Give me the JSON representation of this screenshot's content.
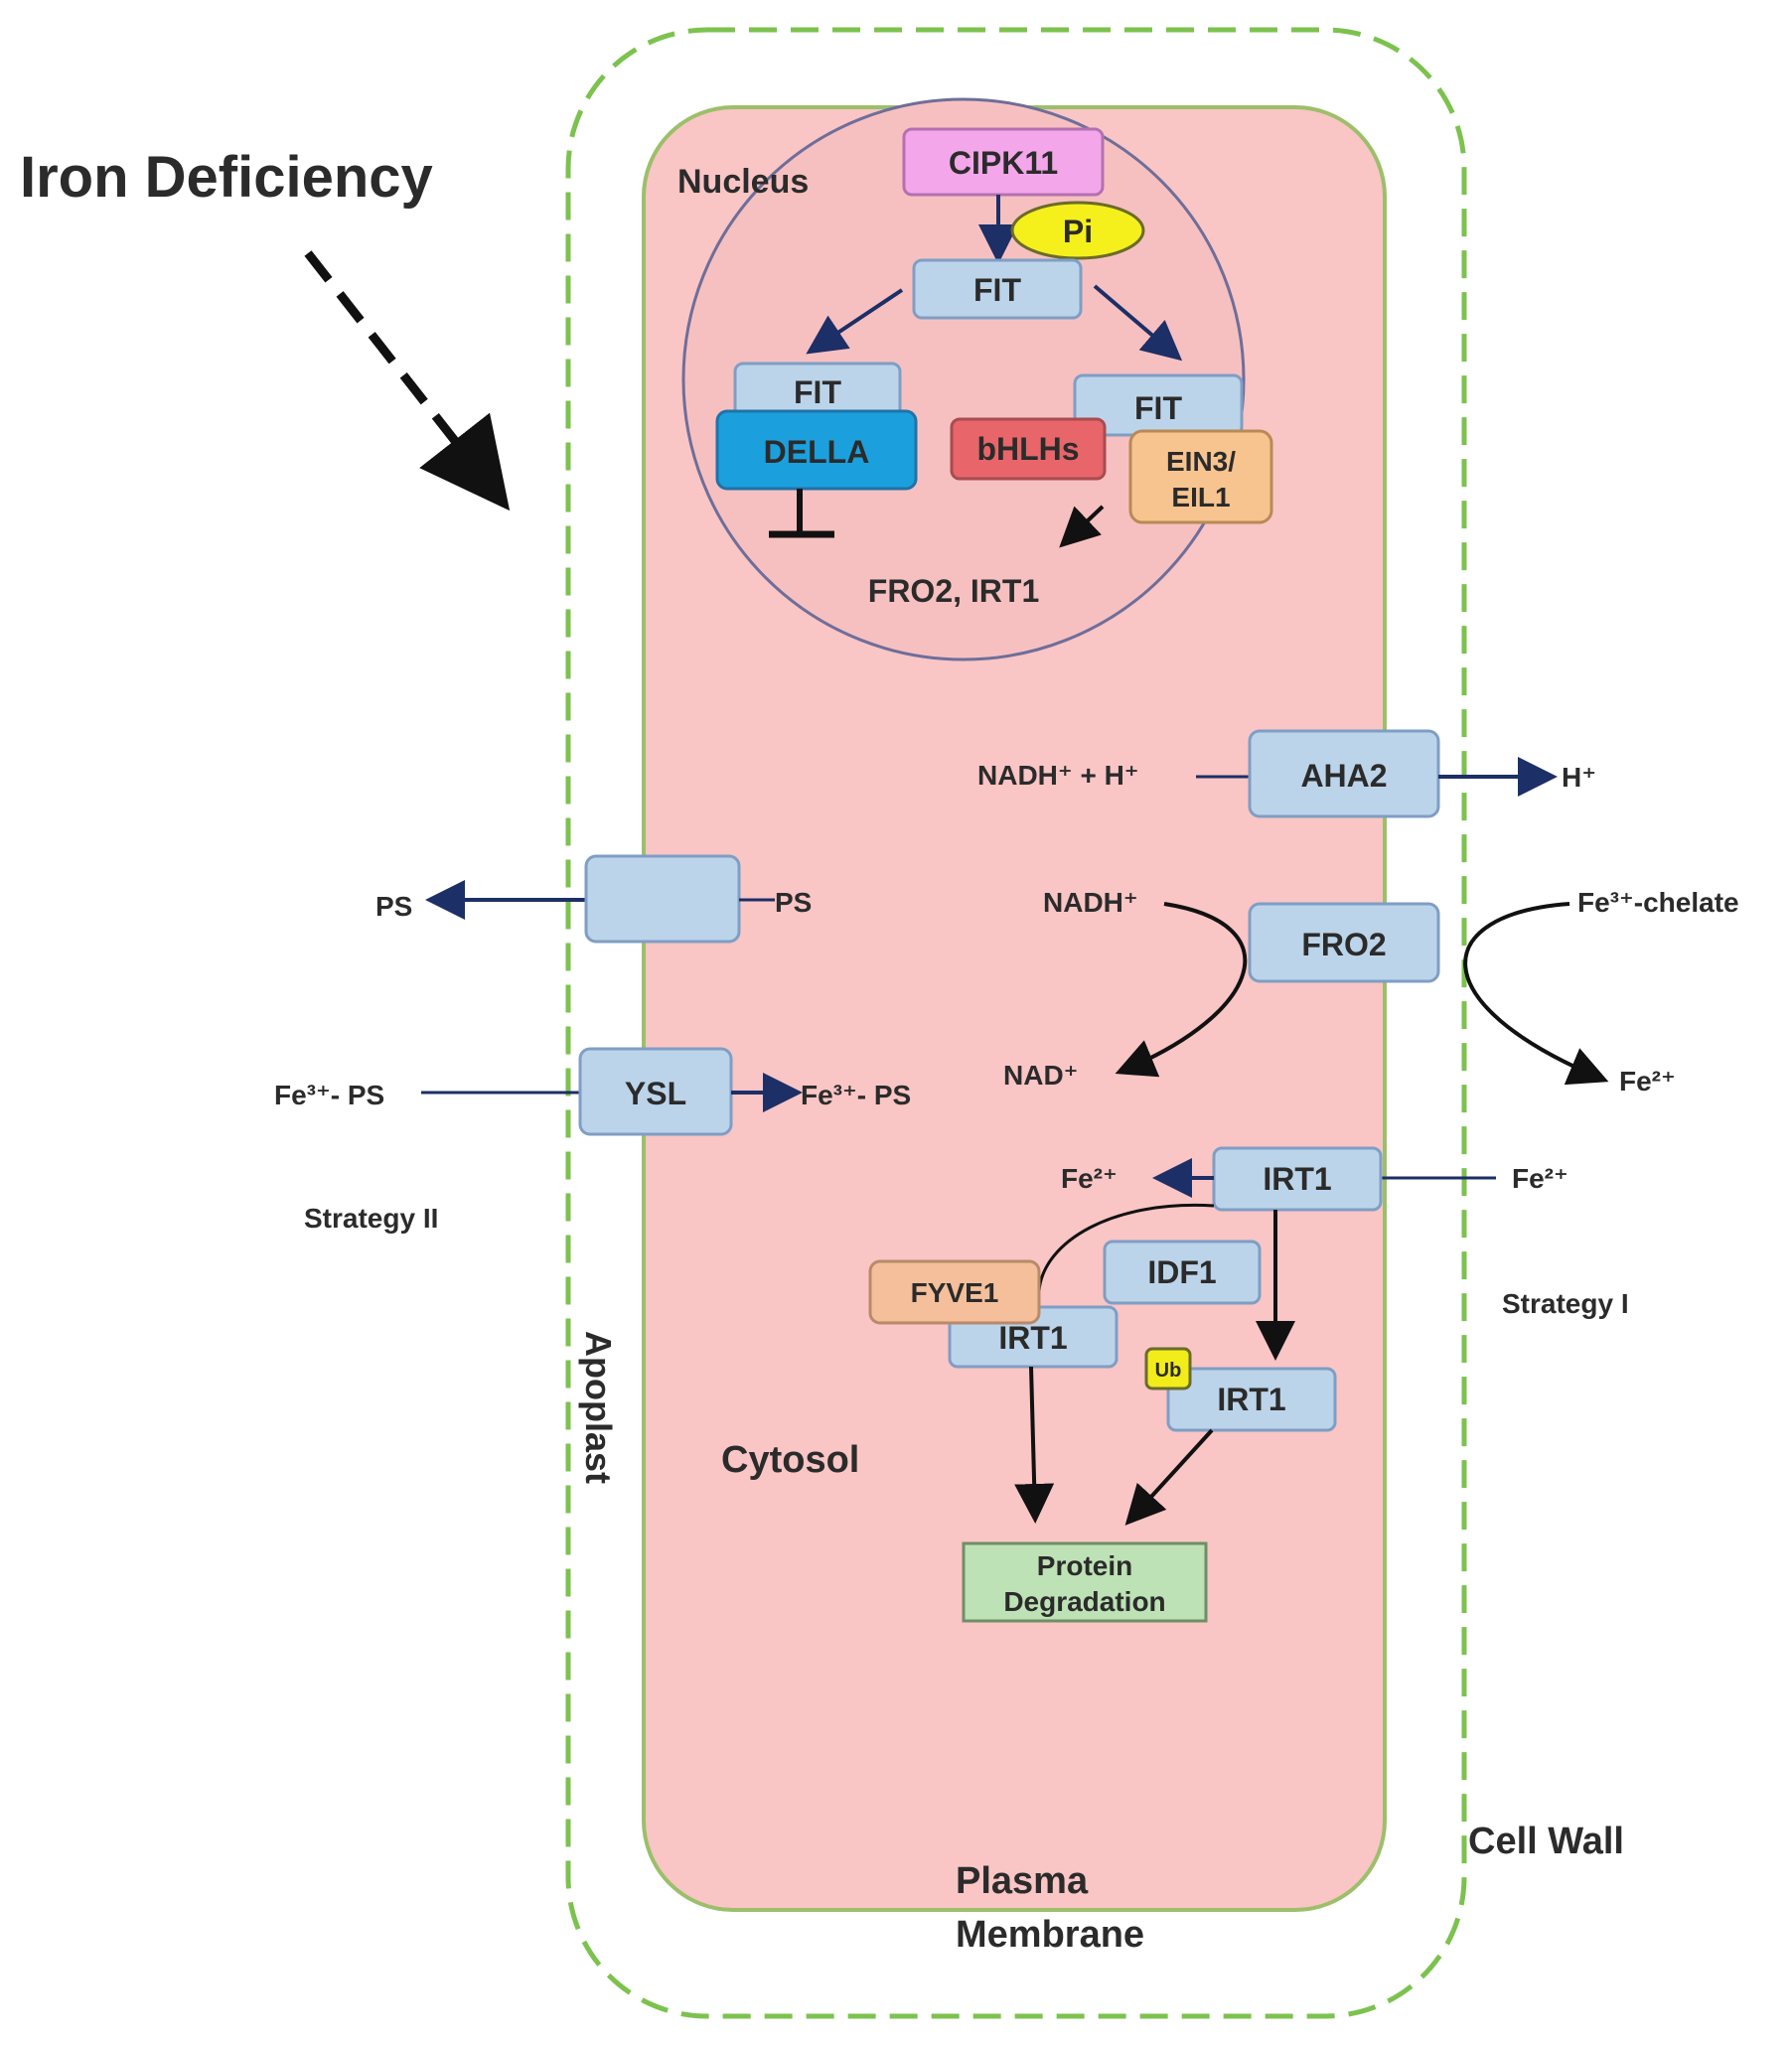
{
  "title": "Iron Deficiency",
  "compartments": {
    "nucleus": "Nucleus",
    "cytosol": "Cytosol",
    "apoplast": "Apoplast",
    "cell_wall": "Cell Wall",
    "plasma_membrane_line1": "Plasma",
    "plasma_membrane_line2": "Membrane"
  },
  "nucleus_nodes": {
    "cipk11": "CIPK11",
    "pi": "Pi",
    "fit_top": "FIT",
    "fit_left": "FIT",
    "della": "DELLA",
    "fit_right": "FIT",
    "bhlhs": "bHLHs",
    "ein3_line1": "EIN3/",
    "ein3_line2": "EIL1",
    "targets": "FRO2, IRT1"
  },
  "transporters": {
    "aha2": "AHA2",
    "fro2": "FRO2",
    "ysl": "YSL",
    "irt1_membrane": "IRT1",
    "unlabeled_ps_exporter": ""
  },
  "labels": {
    "nadh_h": "NADH⁺ + H⁺",
    "h_out": "H⁺",
    "nadh": "NADH⁺",
    "nad": "NAD⁺",
    "fe3_chelate": "Fe³⁺-chelate",
    "fe2_right": "Fe²⁺",
    "fe2_in": "Fe²⁺",
    "fe2_out": "Fe²⁺",
    "ps_out": "PS",
    "ps_in": "PS",
    "fe3_ps_out": "Fe³⁺- PS",
    "fe3_ps_in": "Fe³⁺- PS",
    "strategy2": "Strategy II",
    "strategy1": "Strategy I"
  },
  "cytosol_nodes": {
    "fyve1": "FYVE1",
    "irt1_fyve": "IRT1",
    "idf1": "IDF1",
    "ub": "Ub",
    "irt1_ub": "IRT1",
    "degradation_line1": "Protein",
    "degradation_line2": "Degradation"
  },
  "colors": {
    "cytoplasm": "#f9c5c5",
    "cell_wall_dash": "#7cc24e",
    "membrane": "#9cbf6a",
    "box_fill": "#bcd4ea",
    "cipk11": "#f3a7ea",
    "pi": "#f5f01c",
    "della": "#1ba0dd",
    "bhlhs": "#e8656a",
    "ein3": "#f7c48f",
    "fyve1": "#f4bf9a",
    "ub": "#f2ec1a",
    "degradation": "#bde2b5",
    "arrow_blue": "#1c2f66"
  }
}
